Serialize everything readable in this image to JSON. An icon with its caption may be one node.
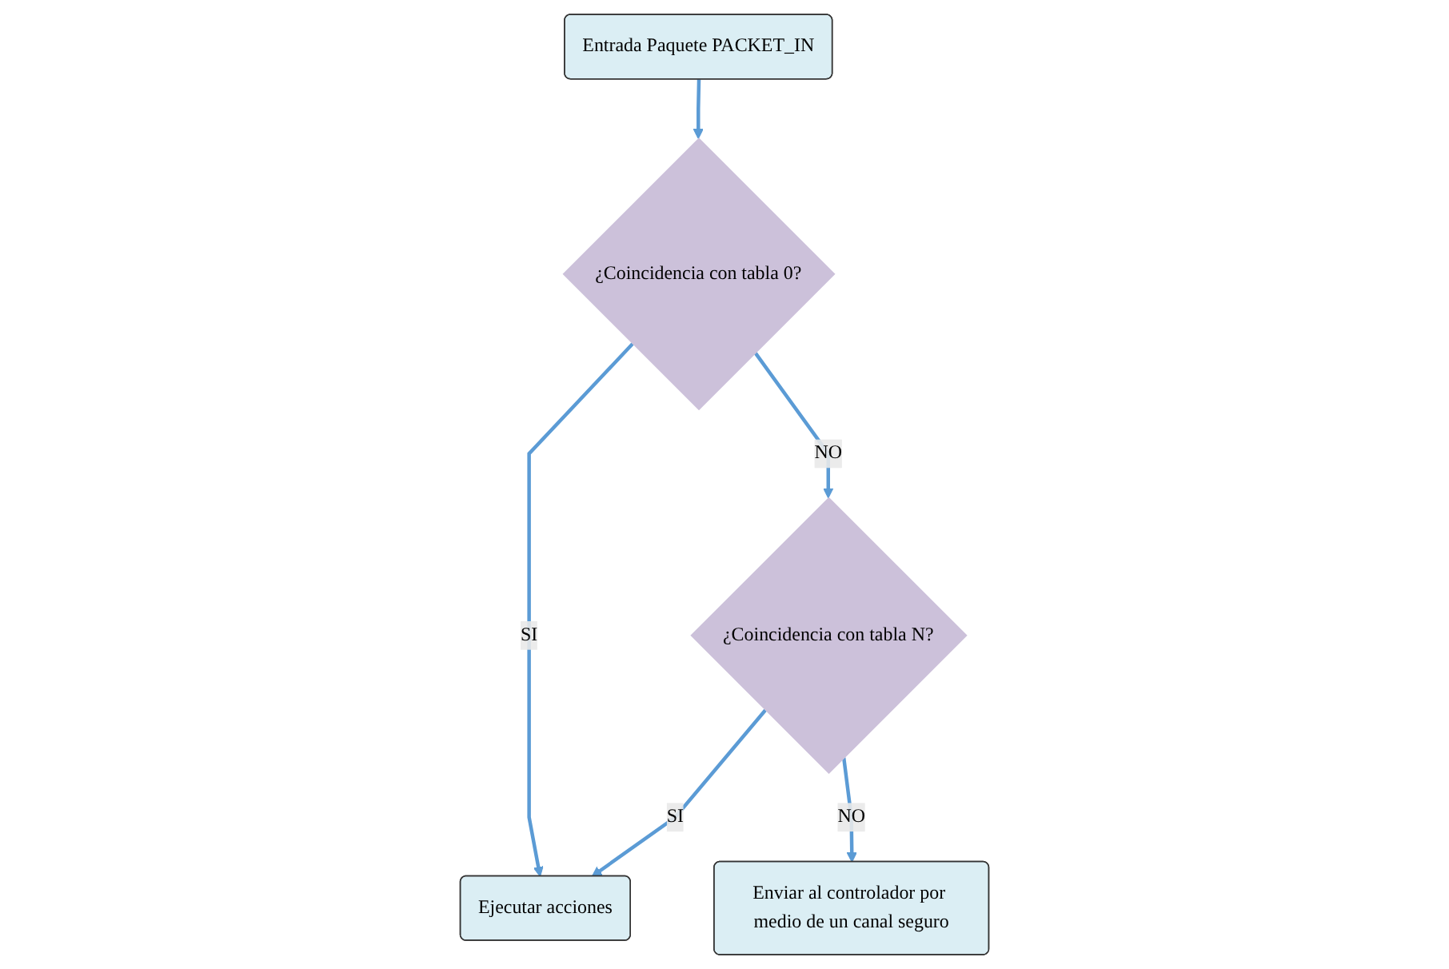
{
  "diagram": {
    "nodes": [
      {
        "text": [
          "Entrada Paquete PACKET_IN"
        ]
      },
      {
        "text": [
          "¿Coincidencia con tabla 0?"
        ]
      },
      {
        "text": [
          "Ejecutar acciones"
        ]
      },
      {
        "text": [
          "¿Coincidencia con tabla N?"
        ]
      },
      {
        "text": [
          "Enviar al controlador por medio de un canal seguro"
        ]
      }
    ],
    "edges": [
      {
        "from": 0,
        "to": 1,
        "arrow": "to"
      },
      {
        "from": 1,
        "to": 2,
        "arrow": "to",
        "label": "SI"
      },
      {
        "from": 1,
        "to": 3,
        "arrow": "to",
        "label": "NO"
      },
      {
        "from": 3,
        "to": 2,
        "arrow": "to",
        "label": "SI"
      },
      {
        "from": 3,
        "to": 4,
        "arrow": "to",
        "label": "NO"
      }
    ]
  }
}
